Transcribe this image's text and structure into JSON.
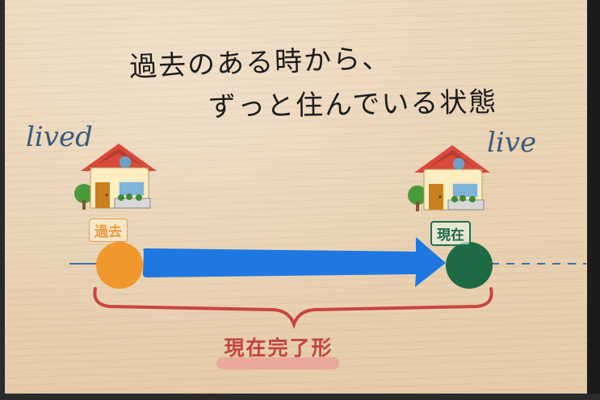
{
  "heading": {
    "line1": "過去のある時から、",
    "line2": "ずっと住んでいる状態"
  },
  "timeline": {
    "left_word": "lived",
    "right_word": "live",
    "past_label": "過去",
    "present_label": "現在",
    "tense_label": "現在完了形"
  },
  "colors": {
    "past_dot": "#f0982e",
    "present_dot": "#1e6a45",
    "arrow": "#1f78e0",
    "brace": "#c8453f"
  }
}
